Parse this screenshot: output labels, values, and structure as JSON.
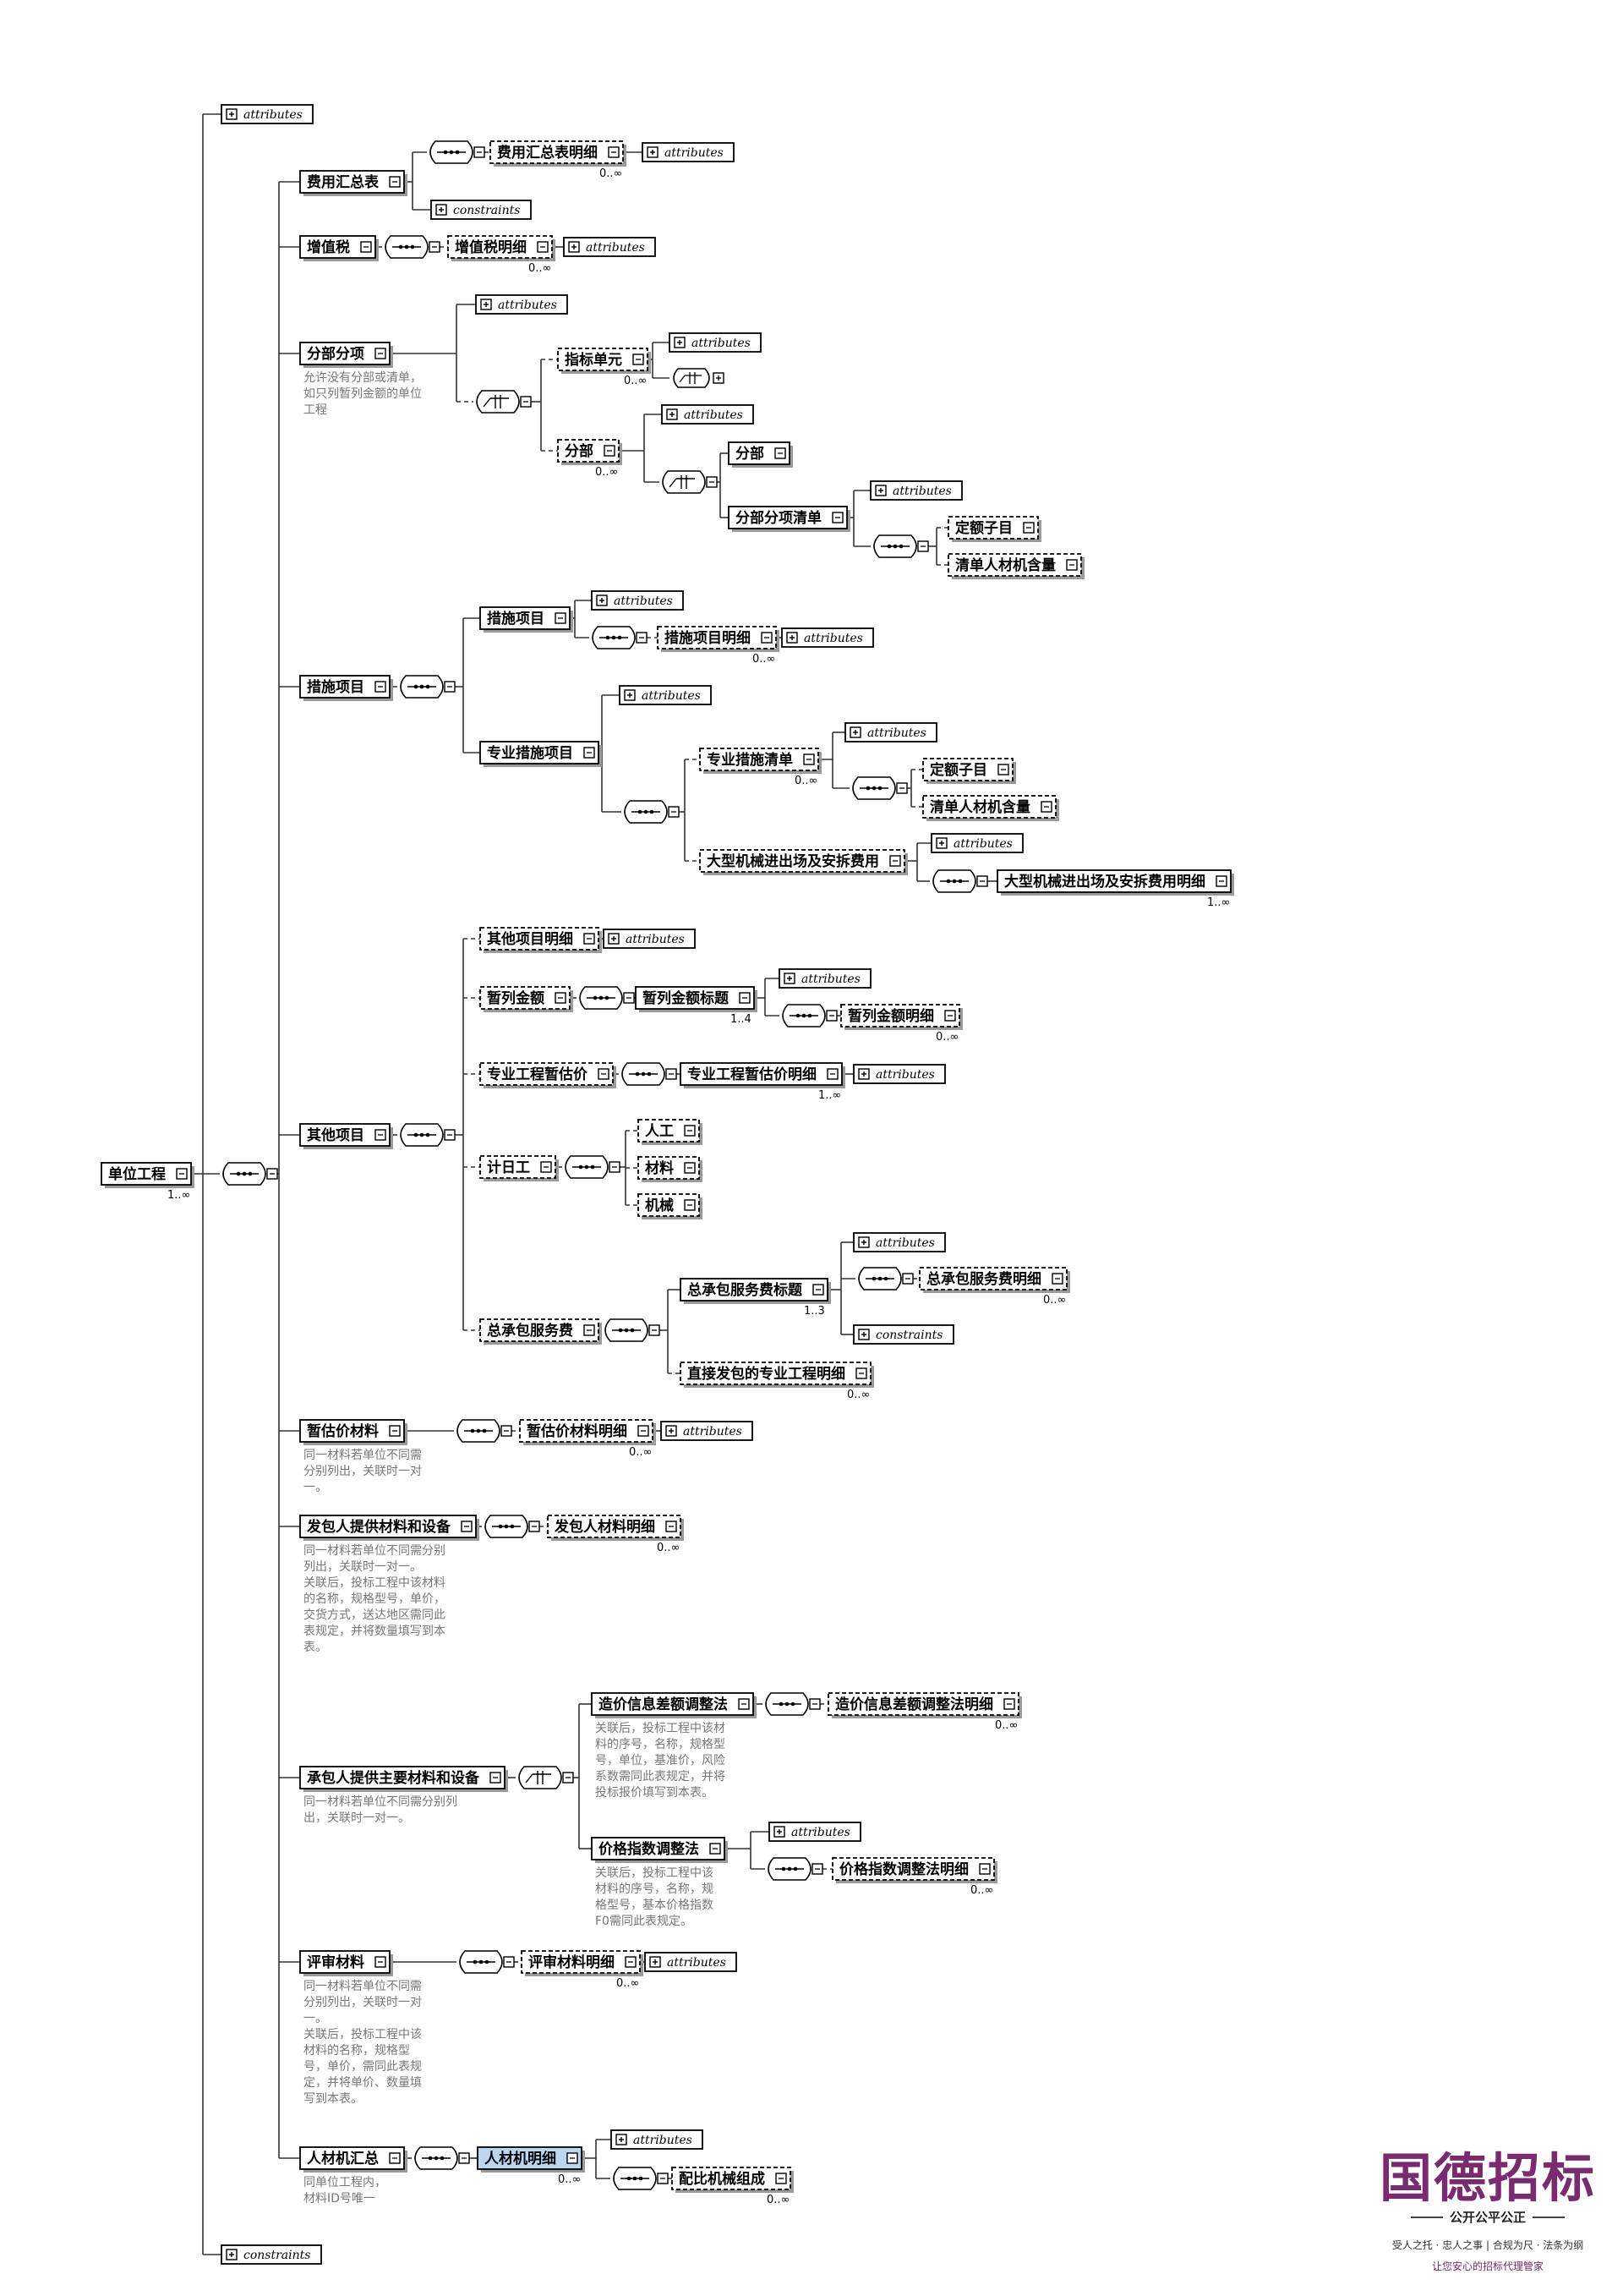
{
  "nodes": [
    {
      "id": "root",
      "label": "单位工程",
      "card": "1..∞"
    },
    {
      "id": "root_attr",
      "label": "attributes",
      "kind": "attr"
    },
    {
      "id": "root_cons",
      "label": "constraints",
      "kind": "attr"
    },
    {
      "id": "fyhzb",
      "label": "费用汇总表"
    },
    {
      "id": "fyhzbmx",
      "label": "费用汇总表明细",
      "card": "0..∞",
      "optional": true
    },
    {
      "id": "fyhzbmx_attr",
      "label": "attributes",
      "kind": "attr"
    },
    {
      "id": "fyhzb_cons",
      "label": "constraints",
      "kind": "attr"
    },
    {
      "id": "zzs",
      "label": "增值税"
    },
    {
      "id": "zzsmx",
      "label": "增值税明细",
      "card": "0..∞",
      "optional": true
    },
    {
      "id": "zzsmx_attr",
      "label": "attributes",
      "kind": "attr"
    },
    {
      "id": "fbfx",
      "label": "分部分项",
      "note": "允许没有分部或清单，\n如只列暂列金额的单位\n工程"
    },
    {
      "id": "fbfx_attr",
      "label": "attributes",
      "kind": "attr"
    },
    {
      "id": "zbdy",
      "label": "指标单元",
      "card": "0..∞",
      "optional": true
    },
    {
      "id": "zbdy_attr",
      "label": "attributes",
      "kind": "attr"
    },
    {
      "id": "fb",
      "label": "分部",
      "card": "0..∞",
      "optional": true
    },
    {
      "id": "fb_attr",
      "label": "attributes",
      "kind": "attr"
    },
    {
      "id": "fb2",
      "label": "分部"
    },
    {
      "id": "fbfxqd",
      "label": "分部分项清单"
    },
    {
      "id": "fbfxqd_attr",
      "label": "attributes",
      "kind": "attr"
    },
    {
      "id": "demu1",
      "label": "定额子目",
      "optional": true
    },
    {
      "id": "qdrcj1",
      "label": "清单人材机含量",
      "optional": true
    },
    {
      "id": "csxm",
      "label": "措施项目"
    },
    {
      "id": "csxm2",
      "label": "措施项目"
    },
    {
      "id": "csxm2_attr",
      "label": "attributes",
      "kind": "attr"
    },
    {
      "id": "csxmmx",
      "label": "措施项目明细",
      "card": "0..∞",
      "optional": true
    },
    {
      "id": "csxmmx_attr",
      "label": "attributes",
      "kind": "attr"
    },
    {
      "id": "zycsxm",
      "label": "专业措施项目"
    },
    {
      "id": "zycsxm_attr",
      "label": "attributes",
      "kind": "attr"
    },
    {
      "id": "zycsqd",
      "label": "专业措施清单",
      "card": "0..∞",
      "optional": true
    },
    {
      "id": "zycsqd_attr",
      "label": "attributes",
      "kind": "attr"
    },
    {
      "id": "demu2",
      "label": "定额子目",
      "optional": true
    },
    {
      "id": "qdrcj2",
      "label": "清单人材机含量",
      "optional": true
    },
    {
      "id": "dxjx",
      "label": "大型机械进出场及安拆费用",
      "optional": true
    },
    {
      "id": "dxjx_attr",
      "label": "attributes",
      "kind": "attr"
    },
    {
      "id": "dxjxmx",
      "label": "大型机械进出场及安拆费用明细",
      "card": "1..∞"
    },
    {
      "id": "qtxm",
      "label": "其他项目"
    },
    {
      "id": "qtxmmx",
      "label": "其他项目明细",
      "optional": true
    },
    {
      "id": "qtxmmx_attr",
      "label": "attributes",
      "kind": "attr"
    },
    {
      "id": "zlje",
      "label": "暂列金额",
      "optional": true
    },
    {
      "id": "zljebt",
      "label": "暂列金额标题",
      "card": "1..4"
    },
    {
      "id": "zljebt_attr",
      "label": "attributes",
      "kind": "attr"
    },
    {
      "id": "zljemx",
      "label": "暂列金额明细",
      "card": "0..∞",
      "optional": true
    },
    {
      "id": "zygczgj",
      "label": "专业工程暂估价",
      "optional": true
    },
    {
      "id": "zygczgjmx",
      "label": "专业工程暂估价明细",
      "card": "1..∞"
    },
    {
      "id": "zygczgjmx_attr",
      "label": "attributes",
      "kind": "attr"
    },
    {
      "id": "jrg",
      "label": "计日工",
      "optional": true
    },
    {
      "id": "rg",
      "label": "人工",
      "optional": true
    },
    {
      "id": "cl",
      "label": "材料",
      "optional": true
    },
    {
      "id": "jx",
      "label": "机械",
      "optional": true
    },
    {
      "id": "zcbfwf",
      "label": "总承包服务费",
      "optional": true
    },
    {
      "id": "zcbbt",
      "label": "总承包服务费标题",
      "card": "1..3"
    },
    {
      "id": "zcbbt_attr",
      "label": "attributes",
      "kind": "attr"
    },
    {
      "id": "zcbmx",
      "label": "总承包服务费明细",
      "card": "0..∞",
      "optional": true
    },
    {
      "id": "zcbbt_cons",
      "label": "constraints",
      "kind": "attr"
    },
    {
      "id": "zjfbmx",
      "label": "直接发包的专业工程明细",
      "card": "0..∞",
      "optional": true
    },
    {
      "id": "zgjcl",
      "label": "暂估价材料",
      "note": "同一材料若单位不同需\n分别列出，关联时一对\n一。"
    },
    {
      "id": "zgjclmx",
      "label": "暂估价材料明细",
      "card": "0..∞",
      "optional": true
    },
    {
      "id": "zgjclmx_attr",
      "label": "attributes",
      "kind": "attr"
    },
    {
      "id": "fbrtg",
      "label": "发包人提供材料和设备",
      "note": "同一材料若单位不同需分别\n列出，关联时一对一。\n关联后，投标工程中该材料\n的名称，规格型号，单价，\n交货方式，送达地区需同此\n表规定，并将数量填写到本\n表。"
    },
    {
      "id": "fbrclmx",
      "label": "发包人材料明细",
      "card": "0..∞",
      "optional": true
    },
    {
      "id": "cbrtg",
      "label": "承包人提供主要材料和设备",
      "note": "同一材料若单位不同需分别列\n出，关联时一对一。"
    },
    {
      "id": "zjxx",
      "label": "造价信息差额调整法",
      "note": "关联后，投标工程中该材\n料的序号，名称，规格型\n号，单位，基准价，风险\n系数需同此表规定，并将\n投标报价填写到本表。"
    },
    {
      "id": "zjxxmx",
      "label": "造价信息差额调整法明细",
      "card": "0..∞",
      "optional": true
    },
    {
      "id": "jgzs",
      "label": "价格指数调整法",
      "note": "关联后，投标工程中该\n材料的序号，名称，规\n格型号，基本价格指数\nF0需同此表规定。"
    },
    {
      "id": "jgzs_attr",
      "label": "attributes",
      "kind": "attr"
    },
    {
      "id": "jgzsmx",
      "label": "价格指数调整法明细",
      "card": "0..∞",
      "optional": true
    },
    {
      "id": "psc",
      "label": "评审材料",
      "note": "同一材料若单位不同需\n分别列出，关联时一对\n一。\n关联后，投标工程中该\n材料的名称，规格型\n号，单价，需同此表规\n定，并将单价、数量填\n写到本表。"
    },
    {
      "id": "pscmx",
      "label": "评审材料明细",
      "card": "0..∞",
      "optional": true
    },
    {
      "id": "pscmx_attr",
      "label": "attributes",
      "kind": "attr"
    },
    {
      "id": "rcjhz",
      "label": "人材机汇总",
      "note": "同单位工程内，\n材料ID号唯一"
    },
    {
      "id": "rcjmx",
      "label": "人材机明细",
      "card": "0..∞",
      "selected": true
    },
    {
      "id": "rcjmx_attr",
      "label": "attributes",
      "kind": "attr"
    },
    {
      "id": "pbjx",
      "label": "配比机械组成",
      "card": "0..∞",
      "optional": true
    }
  ],
  "brand": {
    "logo": "国德招标",
    "tagline": "公开公平公正",
    "motto": "受人之托 · 忠人之事 | 合规为尺 · 法条为纲",
    "subtitle": "让您安心的招标代理管家"
  }
}
